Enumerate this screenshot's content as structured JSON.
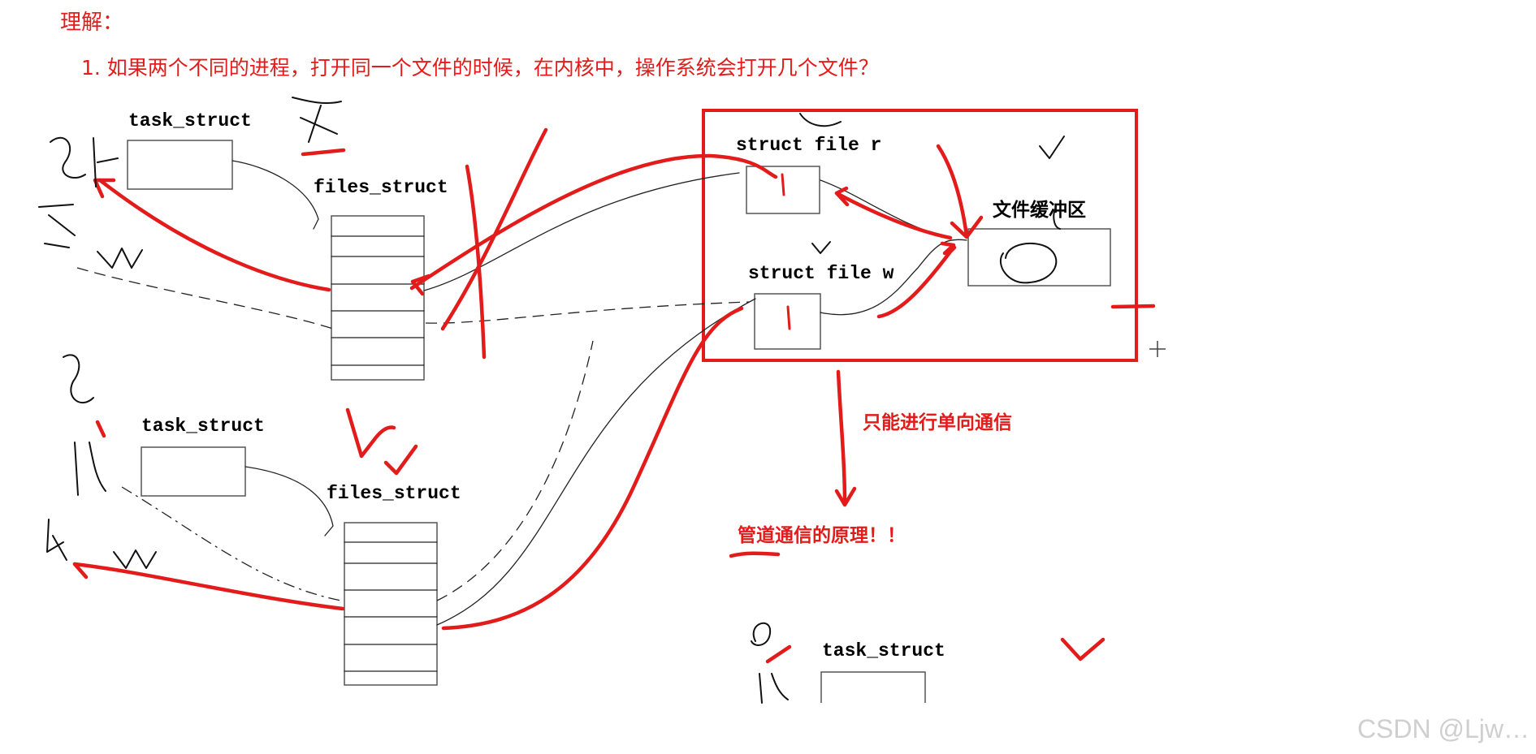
{
  "heading": "理解：",
  "question": "1. 如果两个不同的进程，打开同一个文件的时候，在内核中，操作系统会打开几个文件？",
  "labels": {
    "task_struct": "task_struct",
    "files_struct": "files_struct",
    "struct_file_r": "struct file r",
    "struct_file_w": "struct file w",
    "file_buffer": "文件缓冲区"
  },
  "annotations": {
    "one_way": "只能进行单向通信",
    "pipe_principle": "管道通信的原理！！"
  },
  "watermark": "CSDN @Ljw…",
  "colors": {
    "ink_red": "#e31b1b",
    "box_red": "#e31b1b",
    "text_red": "#e31b1b"
  }
}
